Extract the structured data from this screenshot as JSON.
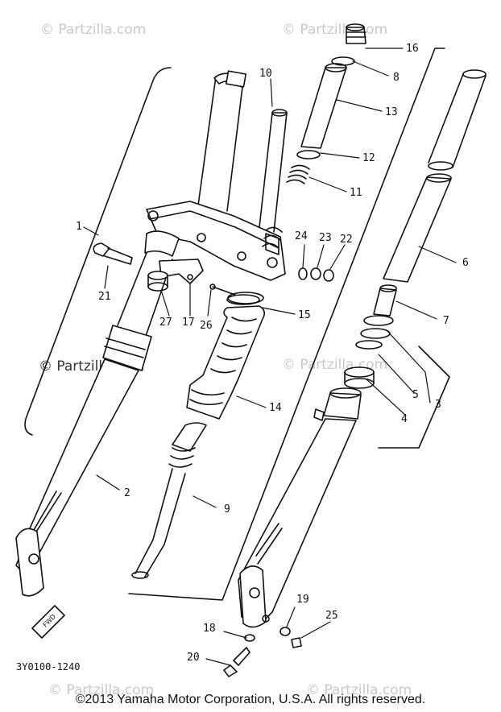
{
  "watermark": "© Partzilla.com",
  "part_numbers": [
    "1",
    "2",
    "3",
    "4",
    "5",
    "6",
    "7",
    "8",
    "9",
    "10",
    "11",
    "12",
    "13",
    "14",
    "15",
    "16",
    "17",
    "18",
    "19",
    "20",
    "21",
    "22",
    "23",
    "24",
    "25",
    "26",
    "27"
  ],
  "drawing_code": "3Y0100-1240",
  "direction_tag": "FWD",
  "copyright": "©2013 Yamaha Motor Corporation, U.S.A. All rights reserved."
}
